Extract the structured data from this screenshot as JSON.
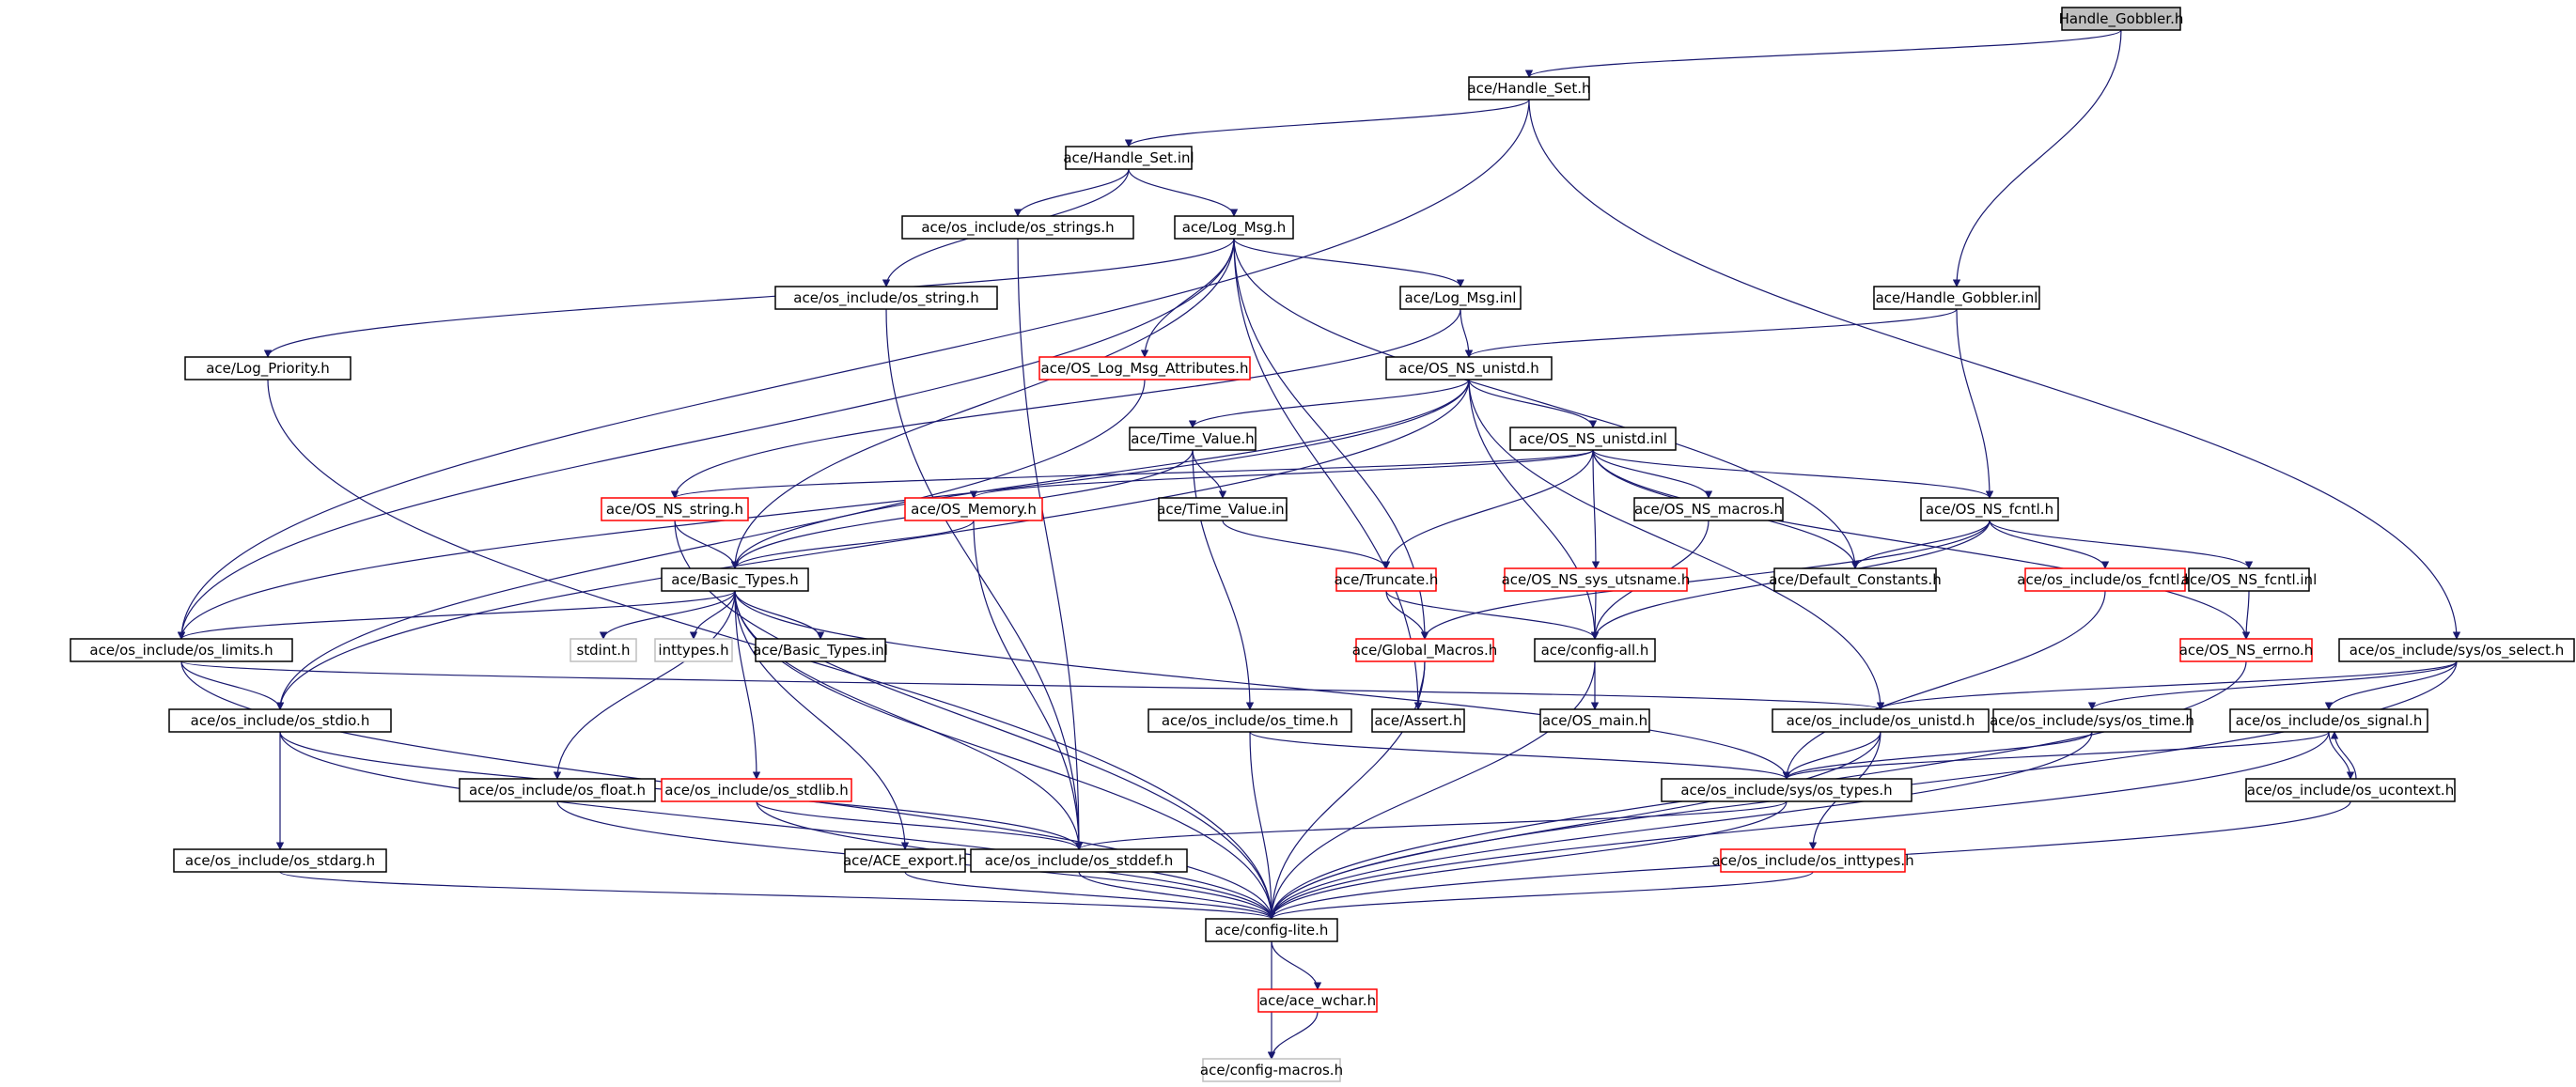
{
  "graph": {
    "root": "Handle_Gobbler.h",
    "colors": {
      "edge": "#191970",
      "node_border": "#000000",
      "incomplete_border": "#ff0000",
      "system_border": "#bfbfbf",
      "root_fill": "#bfbfbf"
    },
    "nodes": [
      {
        "id": "n0",
        "label": "Handle_Gobbler.h",
        "style": "root"
      },
      {
        "id": "n1",
        "label": "ace/Handle_Set.h",
        "style": "normal"
      },
      {
        "id": "n2",
        "label": "ace/Handle_Set.inl",
        "style": "normal"
      },
      {
        "id": "n3",
        "label": "ace/os_include/os_strings.h",
        "style": "normal"
      },
      {
        "id": "n4",
        "label": "ace/Log_Msg.h",
        "style": "normal"
      },
      {
        "id": "n5",
        "label": "ace/os_include/os_string.h",
        "style": "normal"
      },
      {
        "id": "n6",
        "label": "ace/Log_Msg.inl",
        "style": "normal"
      },
      {
        "id": "n7",
        "label": "ace/Handle_Gobbler.inl",
        "style": "normal"
      },
      {
        "id": "n8",
        "label": "ace/Log_Priority.h",
        "style": "normal"
      },
      {
        "id": "n9",
        "label": "ace/OS_Log_Msg_Attributes.h",
        "style": "red"
      },
      {
        "id": "n10",
        "label": "ace/OS_NS_unistd.h",
        "style": "normal"
      },
      {
        "id": "n11",
        "label": "ace/Time_Value.h",
        "style": "normal"
      },
      {
        "id": "n12",
        "label": "ace/OS_NS_unistd.inl",
        "style": "normal"
      },
      {
        "id": "n13",
        "label": "ace/OS_NS_string.h",
        "style": "red"
      },
      {
        "id": "n14",
        "label": "ace/OS_Memory.h",
        "style": "red"
      },
      {
        "id": "n15",
        "label": "ace/Time_Value.inl",
        "style": "normal"
      },
      {
        "id": "n16",
        "label": "ace/OS_NS_macros.h",
        "style": "normal"
      },
      {
        "id": "n17",
        "label": "ace/OS_NS_fcntl.h",
        "style": "normal"
      },
      {
        "id": "n18",
        "label": "ace/Basic_Types.h",
        "style": "normal"
      },
      {
        "id": "n19",
        "label": "ace/Truncate.h",
        "style": "red"
      },
      {
        "id": "n20",
        "label": "ace/OS_NS_sys_utsname.h",
        "style": "red"
      },
      {
        "id": "n21",
        "label": "ace/Default_Constants.h",
        "style": "normal"
      },
      {
        "id": "n22",
        "label": "ace/os_include/os_fcntl.h",
        "style": "red"
      },
      {
        "id": "n23",
        "label": "ace/OS_NS_fcntl.inl",
        "style": "normal"
      },
      {
        "id": "n24",
        "label": "ace/os_include/os_limits.h",
        "style": "normal"
      },
      {
        "id": "n25",
        "label": "stdint.h",
        "style": "gray"
      },
      {
        "id": "n26",
        "label": "inttypes.h",
        "style": "gray"
      },
      {
        "id": "n27",
        "label": "ace/Basic_Types.inl",
        "style": "normal"
      },
      {
        "id": "n28",
        "label": "ace/Global_Macros.h",
        "style": "red"
      },
      {
        "id": "n29",
        "label": "ace/config-all.h",
        "style": "normal"
      },
      {
        "id": "n30",
        "label": "ace/OS_NS_errno.h",
        "style": "red"
      },
      {
        "id": "n31",
        "label": "ace/os_include/sys/os_select.h",
        "style": "normal"
      },
      {
        "id": "n32",
        "label": "ace/os_include/os_stdio.h",
        "style": "normal"
      },
      {
        "id": "n33",
        "label": "ace/os_include/os_time.h",
        "style": "normal"
      },
      {
        "id": "n34",
        "label": "ace/Assert.h",
        "style": "normal"
      },
      {
        "id": "n35",
        "label": "ace/OS_main.h",
        "style": "normal"
      },
      {
        "id": "n36",
        "label": "ace/os_include/os_unistd.h",
        "style": "normal"
      },
      {
        "id": "n37",
        "label": "ace/os_include/sys/os_time.h",
        "style": "normal"
      },
      {
        "id": "n38",
        "label": "ace/os_include/os_signal.h",
        "style": "normal"
      },
      {
        "id": "n39",
        "label": "ace/os_include/os_float.h",
        "style": "normal"
      },
      {
        "id": "n40",
        "label": "ace/os_include/os_stdlib.h",
        "style": "red"
      },
      {
        "id": "n41",
        "label": "ace/os_include/sys/os_types.h",
        "style": "normal"
      },
      {
        "id": "n42",
        "label": "ace/os_include/os_ucontext.h",
        "style": "normal"
      },
      {
        "id": "n43",
        "label": "ace/os_include/os_stdarg.h",
        "style": "normal"
      },
      {
        "id": "n44",
        "label": "ace/ACE_export.h",
        "style": "normal"
      },
      {
        "id": "n45",
        "label": "ace/os_include/os_stddef.h",
        "style": "normal"
      },
      {
        "id": "n46",
        "label": "ace/os_include/os_inttypes.h",
        "style": "red"
      },
      {
        "id": "n47",
        "label": "ace/config-lite.h",
        "style": "normal"
      },
      {
        "id": "n48",
        "label": "ace/ace_wchar.h",
        "style": "red"
      },
      {
        "id": "n49",
        "label": "ace/config-macros.h",
        "style": "gray"
      }
    ],
    "edges": [
      [
        "n0",
        "n1"
      ],
      [
        "n0",
        "n7"
      ],
      [
        "n1",
        "n2"
      ],
      [
        "n1",
        "n24"
      ],
      [
        "n1",
        "n31"
      ],
      [
        "n2",
        "n3"
      ],
      [
        "n2",
        "n4"
      ],
      [
        "n2",
        "n5"
      ],
      [
        "n3",
        "n45"
      ],
      [
        "n5",
        "n45"
      ],
      [
        "n4",
        "n6"
      ],
      [
        "n4",
        "n8"
      ],
      [
        "n4",
        "n9"
      ],
      [
        "n4",
        "n21"
      ],
      [
        "n4",
        "n28"
      ],
      [
        "n4",
        "n34"
      ],
      [
        "n4",
        "n24"
      ],
      [
        "n4",
        "n18"
      ],
      [
        "n6",
        "n10"
      ],
      [
        "n6",
        "n13"
      ],
      [
        "n7",
        "n10"
      ],
      [
        "n7",
        "n17"
      ],
      [
        "n8",
        "n47"
      ],
      [
        "n9",
        "n32"
      ],
      [
        "n10",
        "n11"
      ],
      [
        "n10",
        "n12"
      ],
      [
        "n10",
        "n18"
      ],
      [
        "n10",
        "n29"
      ],
      [
        "n10",
        "n36"
      ],
      [
        "n10",
        "n32"
      ],
      [
        "n10",
        "n24"
      ],
      [
        "n11",
        "n15"
      ],
      [
        "n11",
        "n18"
      ],
      [
        "n11",
        "n33"
      ],
      [
        "n12",
        "n13"
      ],
      [
        "n12",
        "n14"
      ],
      [
        "n12",
        "n16"
      ],
      [
        "n12",
        "n17"
      ],
      [
        "n12",
        "n19"
      ],
      [
        "n12",
        "n20"
      ],
      [
        "n12",
        "n21"
      ],
      [
        "n12",
        "n30"
      ],
      [
        "n13",
        "n18"
      ],
      [
        "n13",
        "n47"
      ],
      [
        "n14",
        "n18"
      ],
      [
        "n14",
        "n45"
      ],
      [
        "n15",
        "n19"
      ],
      [
        "n16",
        "n29"
      ],
      [
        "n17",
        "n21"
      ],
      [
        "n17",
        "n22"
      ],
      [
        "n17",
        "n23"
      ],
      [
        "n17",
        "n28"
      ],
      [
        "n17",
        "n29"
      ],
      [
        "n18",
        "n24"
      ],
      [
        "n18",
        "n25"
      ],
      [
        "n18",
        "n26"
      ],
      [
        "n18",
        "n27"
      ],
      [
        "n18",
        "n39"
      ],
      [
        "n18",
        "n40"
      ],
      [
        "n18",
        "n44"
      ],
      [
        "n18",
        "n45"
      ],
      [
        "n18",
        "n41"
      ],
      [
        "n18",
        "n47"
      ],
      [
        "n19",
        "n28"
      ],
      [
        "n19",
        "n29"
      ],
      [
        "n20",
        "n29"
      ],
      [
        "n22",
        "n41"
      ],
      [
        "n23",
        "n30"
      ],
      [
        "n24",
        "n32"
      ],
      [
        "n24",
        "n36"
      ],
      [
        "n24",
        "n47"
      ],
      [
        "n28",
        "n34"
      ],
      [
        "n28",
        "n47"
      ],
      [
        "n29",
        "n35"
      ],
      [
        "n29",
        "n47"
      ],
      [
        "n30",
        "n47"
      ],
      [
        "n31",
        "n36"
      ],
      [
        "n31",
        "n37"
      ],
      [
        "n31",
        "n38"
      ],
      [
        "n31",
        "n47"
      ],
      [
        "n32",
        "n43"
      ],
      [
        "n32",
        "n45"
      ],
      [
        "n32",
        "n47"
      ],
      [
        "n33",
        "n41"
      ],
      [
        "n33",
        "n47"
      ],
      [
        "n36",
        "n41"
      ],
      [
        "n36",
        "n46"
      ],
      [
        "n36",
        "n47"
      ],
      [
        "n37",
        "n41"
      ],
      [
        "n37",
        "n47"
      ],
      [
        "n38",
        "n41"
      ],
      [
        "n38",
        "n42"
      ],
      [
        "n38",
        "n47"
      ],
      [
        "n39",
        "n47"
      ],
      [
        "n40",
        "n45"
      ],
      [
        "n40",
        "n47"
      ],
      [
        "n41",
        "n45"
      ],
      [
        "n41",
        "n47"
      ],
      [
        "n42",
        "n38"
      ],
      [
        "n42",
        "n47"
      ],
      [
        "n43",
        "n47"
      ],
      [
        "n44",
        "n47"
      ],
      [
        "n45",
        "n47"
      ],
      [
        "n46",
        "n47"
      ],
      [
        "n47",
        "n48"
      ],
      [
        "n47",
        "n49"
      ],
      [
        "n48",
        "n49"
      ]
    ]
  }
}
